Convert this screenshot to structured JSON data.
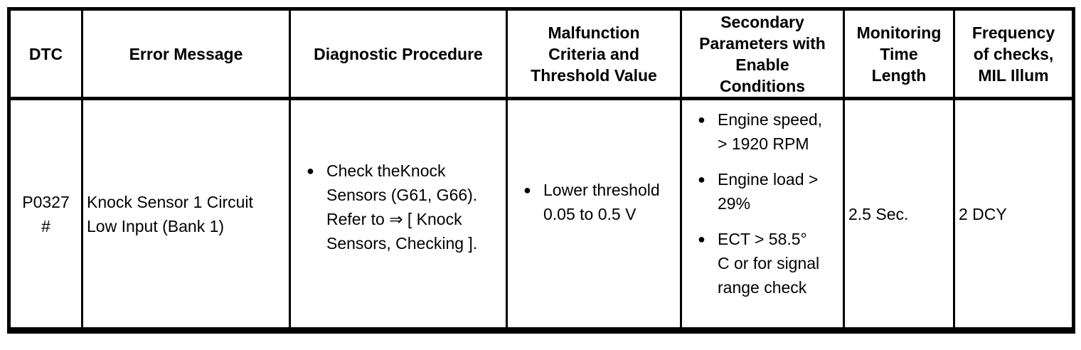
{
  "colors": {
    "border": "#000000",
    "text": "#000000",
    "background": "#ffffff"
  },
  "icons": {
    "bullet": "●"
  },
  "table": {
    "headers": [
      "DTC",
      "Error Message",
      "Diagnostic Procedure",
      "Malfunction\nCriteria and\nThreshold Value",
      "Secondary\nParameters with\nEnable\nConditions",
      "Monitoring\nTime\nLength",
      "Frequency\nof checks,\nMIL Illum"
    ],
    "row": {
      "dtc": "P0327\n#",
      "error_message": "Knock Sensor 1 Circuit\nLow Input (Bank 1)",
      "diagnostic_procedure": {
        "bullets": [
          "Check theKnock\nSensors (G61, G66).\nRefer to ⇒ [ Knock\nSensors, Checking ]."
        ]
      },
      "malfunction_criteria": {
        "bullets": [
          "Lower threshold\n0.05 to 0.5 V"
        ]
      },
      "secondary_parameters": {
        "bullets": [
          "Engine speed,\n> 1920 RPM",
          "Engine load >\n29%",
          "ECT > 58.5°\nC or for signal\nrange check"
        ]
      },
      "monitoring_time": "2.5 Sec.",
      "frequency": "2 DCY"
    }
  }
}
